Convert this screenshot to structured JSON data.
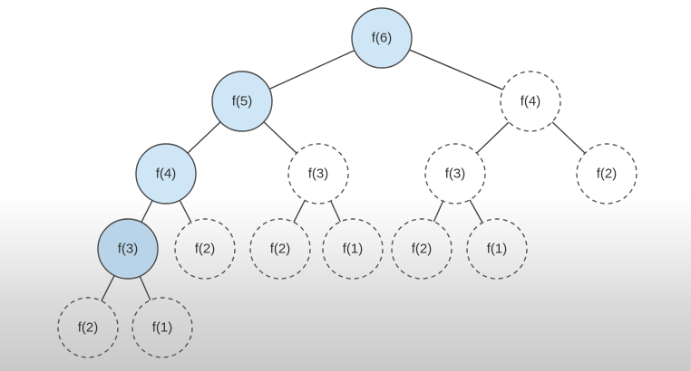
{
  "diagram": {
    "nodes": [
      {
        "id": "n1",
        "label": "f(6)",
        "state": "computed"
      },
      {
        "id": "n2",
        "label": "f(5)",
        "state": "computed"
      },
      {
        "id": "n3",
        "label": "f(4)",
        "state": "pending"
      },
      {
        "id": "n4",
        "label": "f(4)",
        "state": "computed"
      },
      {
        "id": "n5",
        "label": "f(3)",
        "state": "pending"
      },
      {
        "id": "n6",
        "label": "f(3)",
        "state": "pending"
      },
      {
        "id": "n7",
        "label": "f(2)",
        "state": "pending"
      },
      {
        "id": "n8",
        "label": "f(3)",
        "state": "current"
      },
      {
        "id": "n9",
        "label": "f(2)",
        "state": "pending"
      },
      {
        "id": "n10",
        "label": "f(2)",
        "state": "pending"
      },
      {
        "id": "n11",
        "label": "f(1)",
        "state": "pending"
      },
      {
        "id": "n12",
        "label": "f(2)",
        "state": "pending"
      },
      {
        "id": "n13",
        "label": "f(1)",
        "state": "pending"
      },
      {
        "id": "n14",
        "label": "f(2)",
        "state": "pending"
      },
      {
        "id": "n15",
        "label": "f(1)",
        "state": "pending"
      }
    ],
    "edges": [
      [
        "n1",
        "n2"
      ],
      [
        "n1",
        "n3"
      ],
      [
        "n2",
        "n4"
      ],
      [
        "n2",
        "n5"
      ],
      [
        "n3",
        "n6"
      ],
      [
        "n3",
        "n7"
      ],
      [
        "n4",
        "n8"
      ],
      [
        "n4",
        "n9"
      ],
      [
        "n5",
        "n10"
      ],
      [
        "n5",
        "n11"
      ],
      [
        "n6",
        "n12"
      ],
      [
        "n6",
        "n13"
      ],
      [
        "n8",
        "n14"
      ],
      [
        "n8",
        "n15"
      ]
    ],
    "colors": {
      "computed_fill": "#cfe6f7",
      "current_fill": "#b9d4e8",
      "stroke": "#4a4a4a"
    }
  }
}
